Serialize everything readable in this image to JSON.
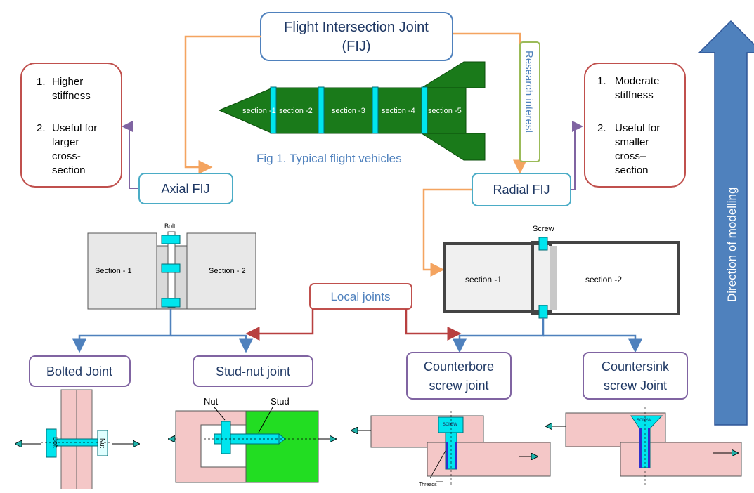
{
  "top": {
    "line1": "Flight Intersection Joint",
    "line2": "(FIJ)"
  },
  "research_label": "Research interest",
  "fig_caption": "Fig 1. Typical flight vehicles",
  "rocket_sections": [
    "section -1",
    "section -2",
    "section -3",
    "section -4",
    "section -5"
  ],
  "axial": {
    "title": "Axial FIJ",
    "note": [
      "1.",
      "Higher",
      "stiffness",
      "2.",
      "Useful for",
      "larger",
      "cross-",
      "section"
    ],
    "diagram": {
      "bolt": "Bolt",
      "sec1": "Section - 1",
      "sec2": "Section - 2"
    }
  },
  "radial": {
    "title": "Radial FIJ",
    "note": [
      "1.",
      "Moderate",
      "stiffness",
      "2.",
      "Useful for",
      "smaller",
      "cross–",
      "section"
    ],
    "diagram": {
      "screw": "Screw",
      "sec1": "section -1",
      "sec2": "section -2"
    }
  },
  "local_joints": "Local joints",
  "direction": "Direction of modelling",
  "joints": {
    "bolted": {
      "title": "Bolted Joint",
      "bolt": "Bolt",
      "nut": "Nut"
    },
    "stud": {
      "title": "Stud-nut joint",
      "nut": "Nut",
      "stud": "Stud"
    },
    "counterbore": {
      "line1": "Counterbore",
      "line2": "screw joint",
      "screw": "screw",
      "threads": "Threads"
    },
    "countersink": {
      "line1": "Countersink",
      "line2": "screw Joint",
      "screw": "screw"
    }
  },
  "colors": {
    "orange": "#f4a460",
    "purple": "#8064a2",
    "red": "#b84040",
    "blue": "#4f81bd",
    "teal": "#4bacc6",
    "green": "#9bbb59"
  }
}
